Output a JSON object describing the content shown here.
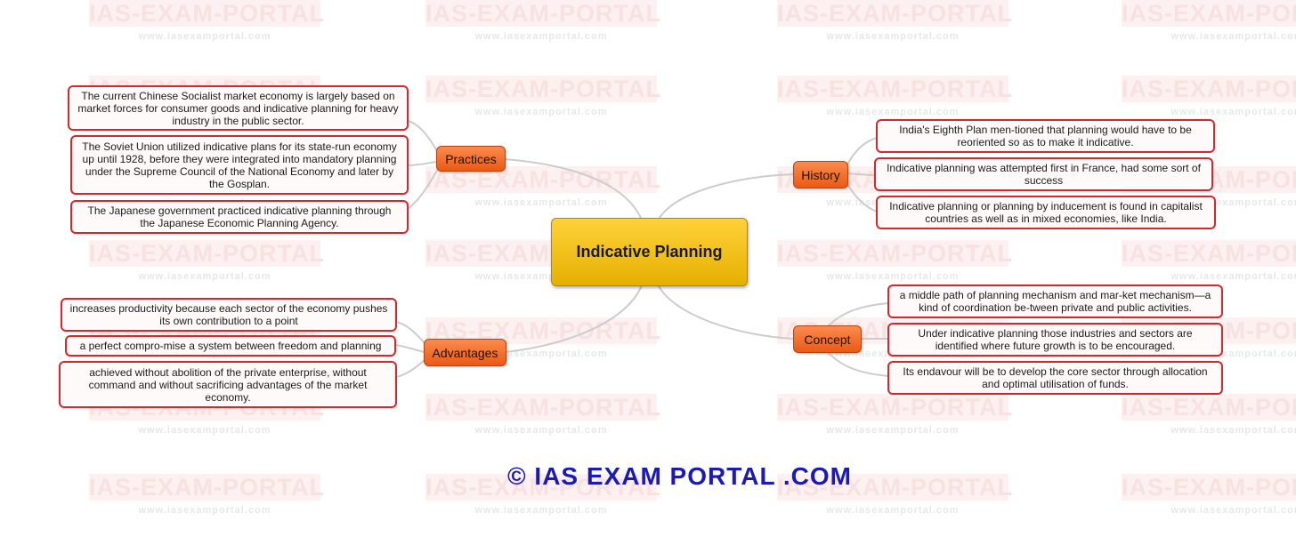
{
  "watermark": {
    "title": "IAS-EXAM-PORTAL",
    "url": "www.iasexamportal.com"
  },
  "central_topic": "Indicative Planning",
  "branches": {
    "practices": {
      "label": "Practices",
      "items": [
        "The current Chinese Socialist market economy is largely based on market forces for consumer goods and indicative planning for heavy industry in the public sector.",
        "The Soviet Union utilized indicative plans for its state-run economy up until 1928, before they were integrated into mandatory planning under the Supreme Council of the National Economy and later by the Gosplan.",
        "The Japanese government practiced indicative planning through the Japanese Economic Planning Agency."
      ]
    },
    "advantages": {
      "label": "Advantages",
      "items": [
        "increases productivity because each sector of the economy pushes its own contribution to a point",
        "a perfect compro-mise a system between freedom and planning",
        "achieved without abolition of the private enterprise, without command and without sacrificing advantages of the market economy."
      ]
    },
    "history": {
      "label": "History",
      "items": [
        "India's Eighth Plan men-tioned that planning would have to be reoriented so as to make it indicative.",
        "Indicative planning was attempted first in France,  had some sort of success",
        "Indicative planning or planning by inducement is found in capitalist countries as well as in mixed economies, like India."
      ]
    },
    "concept": {
      "label": "Concept",
      "items": [
        "a middle path of planning mechanism and mar-ket mechanism—a kind of coordination be-tween private and public activities.",
        "Under indicative planning those industries and sectors are identified where future growth is to be encouraged.",
        "Its endavour will be to develop the core sector through allocation and optimal utilisation of funds."
      ]
    }
  },
  "copyright": "© IAS EXAM PORTAL .COM",
  "colors": {
    "branch_fill": "#f26b21",
    "central_fill": "#f2c200",
    "leaf_border": "#d9262c",
    "connector": "#cccccc",
    "copyright_text": "#1b1ab5"
  }
}
